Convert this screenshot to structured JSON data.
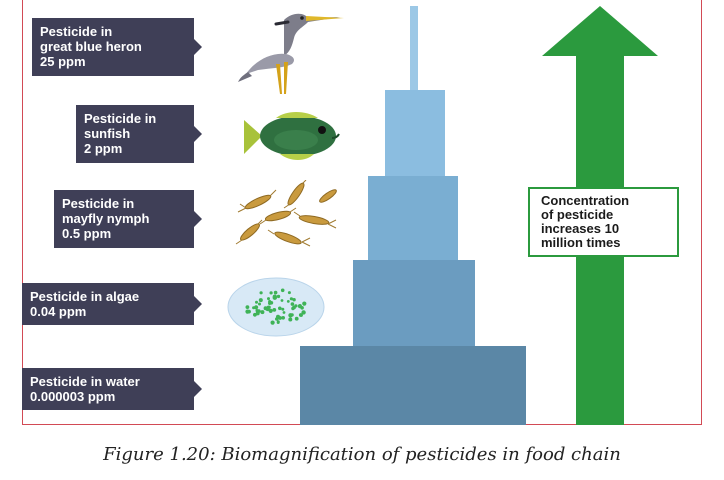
{
  "levels": {
    "heron": {
      "line1": "Pesticide in",
      "line2": "great blue heron",
      "line3": "25 ppm"
    },
    "fish": {
      "line1": "Pesticide in",
      "line2": "sunfish",
      "line3": "2 ppm"
    },
    "mayfly": {
      "line1": "Pesticide in",
      "line2": "mayfly nymph",
      "line3": "0.5 ppm"
    },
    "algae": {
      "line1": "Pesticide in algae",
      "line2": "0.04 ppm"
    },
    "water": {
      "line1": "Pesticide in water",
      "line2": "0.000003 ppm"
    }
  },
  "concentration_note": {
    "line1": "Concentration",
    "line2": "of pesticide",
    "line3": "increases 10",
    "line4": "million times"
  },
  "caption": "Figure 1.20: Biomagnification of pesticides in food chain",
  "colors": {
    "label_bg": "#3f3f57",
    "arrow": "#2b9a3e",
    "frame": "#d24a55",
    "pyramid_water": "#5b87a6",
    "pyramid_algae": "#6b9cc0",
    "pyramid_mayfly": "#7aaed2",
    "pyramid_fish": "#8bbde0",
    "pyramid_top": "#9cc8e6"
  },
  "icons": [
    "heron-icon",
    "sunfish-icon",
    "mayfly-nymph-icon",
    "algae-icon"
  ]
}
